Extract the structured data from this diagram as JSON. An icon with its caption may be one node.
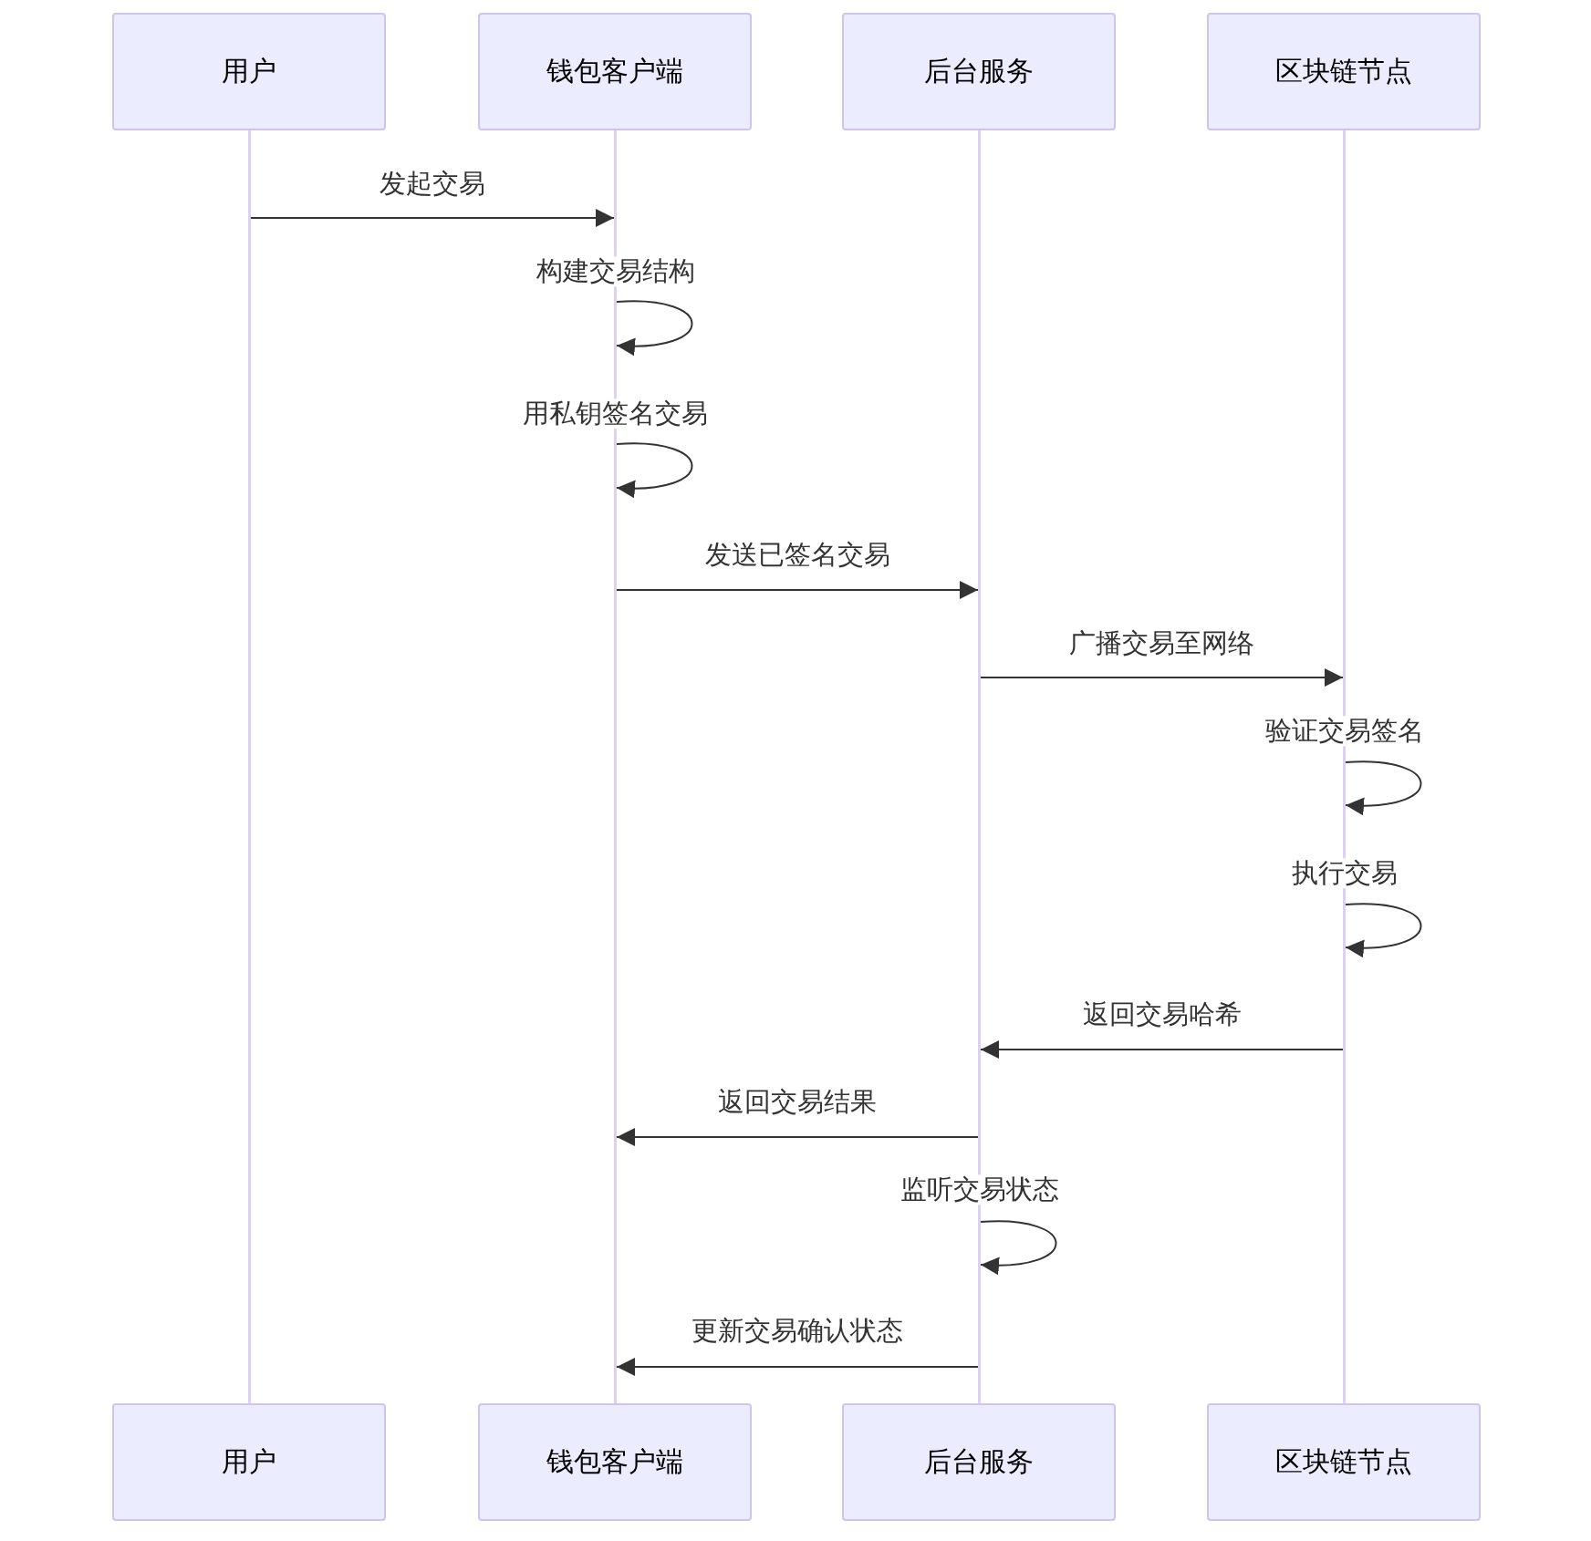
{
  "diagram": {
    "nodes": [
      {
        "text": [
          "用户"
        ]
      },
      {
        "text": [
          "钱包客户端"
        ]
      },
      {
        "text": [
          "后台服务"
        ]
      },
      {
        "text": [
          "区块链节点"
        ]
      },
      {
        "text": [],
        "shape": "bar"
      },
      {
        "text": [],
        "shape": "bar"
      },
      {
        "text": [],
        "shape": "bar"
      },
      {
        "text": [],
        "shape": "bar"
      },
      {
        "text": [
          "用户"
        ]
      },
      {
        "text": [
          "钱包客户端"
        ]
      },
      {
        "text": [
          "后台服务"
        ]
      },
      {
        "text": [
          "区块链节点"
        ]
      }
    ],
    "edges": [
      {
        "from": 4,
        "to": 5,
        "arrow": "to",
        "label": "发起交易"
      },
      {
        "from": 5,
        "to": 5,
        "arrow": "to",
        "label": "构建交易结构"
      },
      {
        "from": 5,
        "to": 5,
        "arrow": "to",
        "label": "用私钥签名交易"
      },
      {
        "from": 5,
        "to": 6,
        "arrow": "to",
        "label": "发送已签名交易"
      },
      {
        "from": 6,
        "to": 7,
        "arrow": "to",
        "label": "广播交易至网络"
      },
      {
        "from": 7,
        "to": 7,
        "arrow": "to",
        "label": "验证交易签名"
      },
      {
        "from": 7,
        "to": 7,
        "arrow": "to",
        "label": "执行交易"
      },
      {
        "from": 7,
        "to": 6,
        "arrow": "to",
        "label": "返回交易哈希"
      },
      {
        "from": 6,
        "to": 5,
        "arrow": "to",
        "label": "返回交易结果"
      },
      {
        "from": 6,
        "to": 6,
        "arrow": "to",
        "label": "监听交易状态"
      },
      {
        "from": 6,
        "to": 5,
        "arrow": "to",
        "label": "更新交易确认状态"
      }
    ]
  }
}
